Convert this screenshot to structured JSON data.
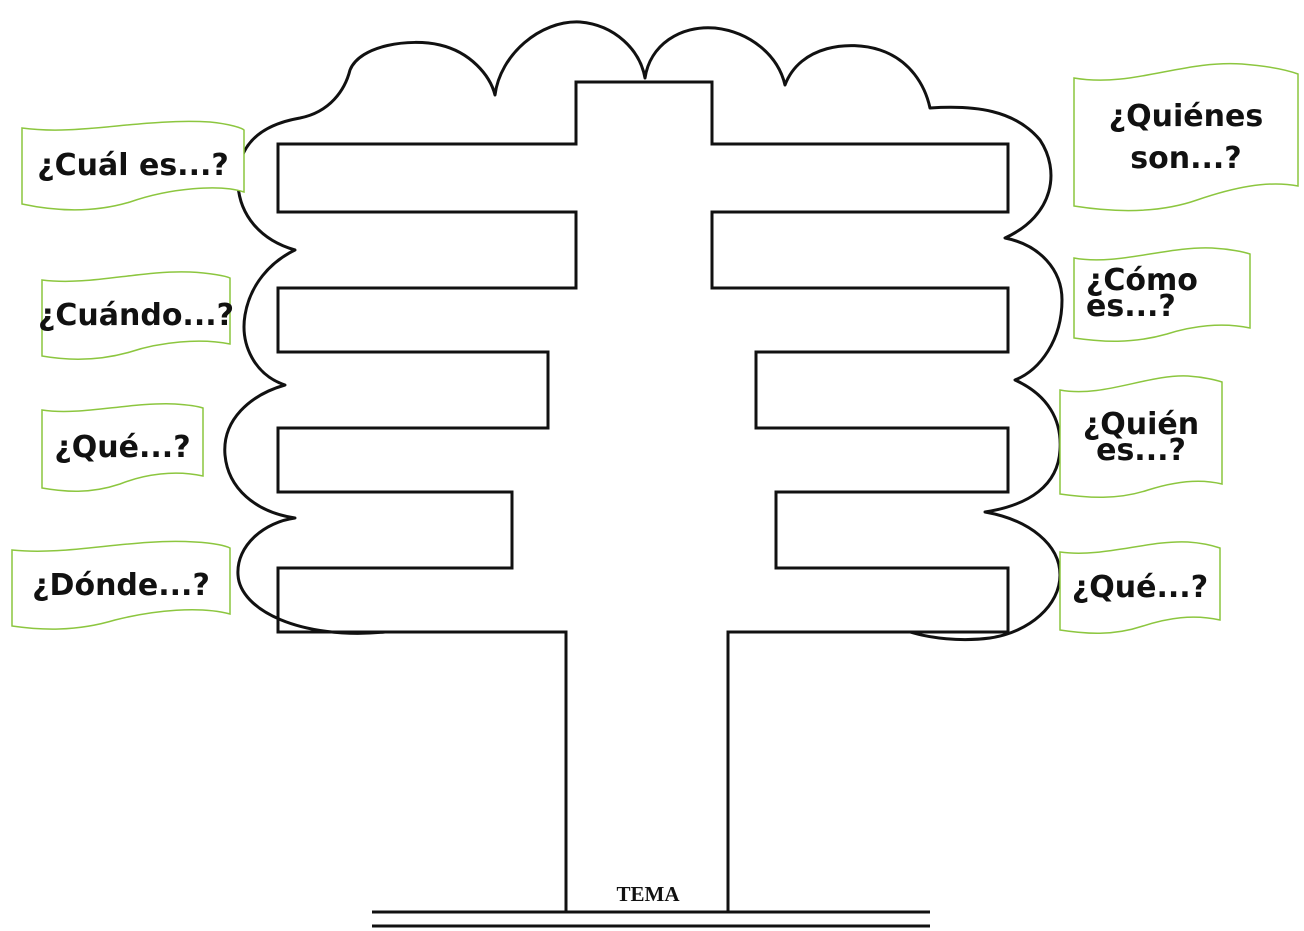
{
  "diagram": {
    "trunk_label": "TEMA",
    "left_flags": [
      {
        "id": "cual",
        "lines": [
          "¿Cuál es...?"
        ]
      },
      {
        "id": "cuando",
        "lines": [
          "¿Cuándo...?"
        ]
      },
      {
        "id": "que",
        "lines": [
          "¿Qué...?"
        ]
      },
      {
        "id": "donde",
        "lines": [
          "¿Dónde...?"
        ]
      }
    ],
    "right_flags": [
      {
        "id": "quienes",
        "lines": [
          "¿Quiénes",
          "son...?"
        ]
      },
      {
        "id": "como",
        "lines": [
          "¿Cómo",
          "es...?"
        ]
      },
      {
        "id": "quien",
        "lines": [
          "¿Quién",
          "es...?"
        ]
      },
      {
        "id": "que2",
        "lines": [
          "¿Qué...?"
        ]
      }
    ]
  },
  "colors": {
    "outline": "#111111",
    "flag_border": "#8cc63f",
    "text": "#111111"
  }
}
